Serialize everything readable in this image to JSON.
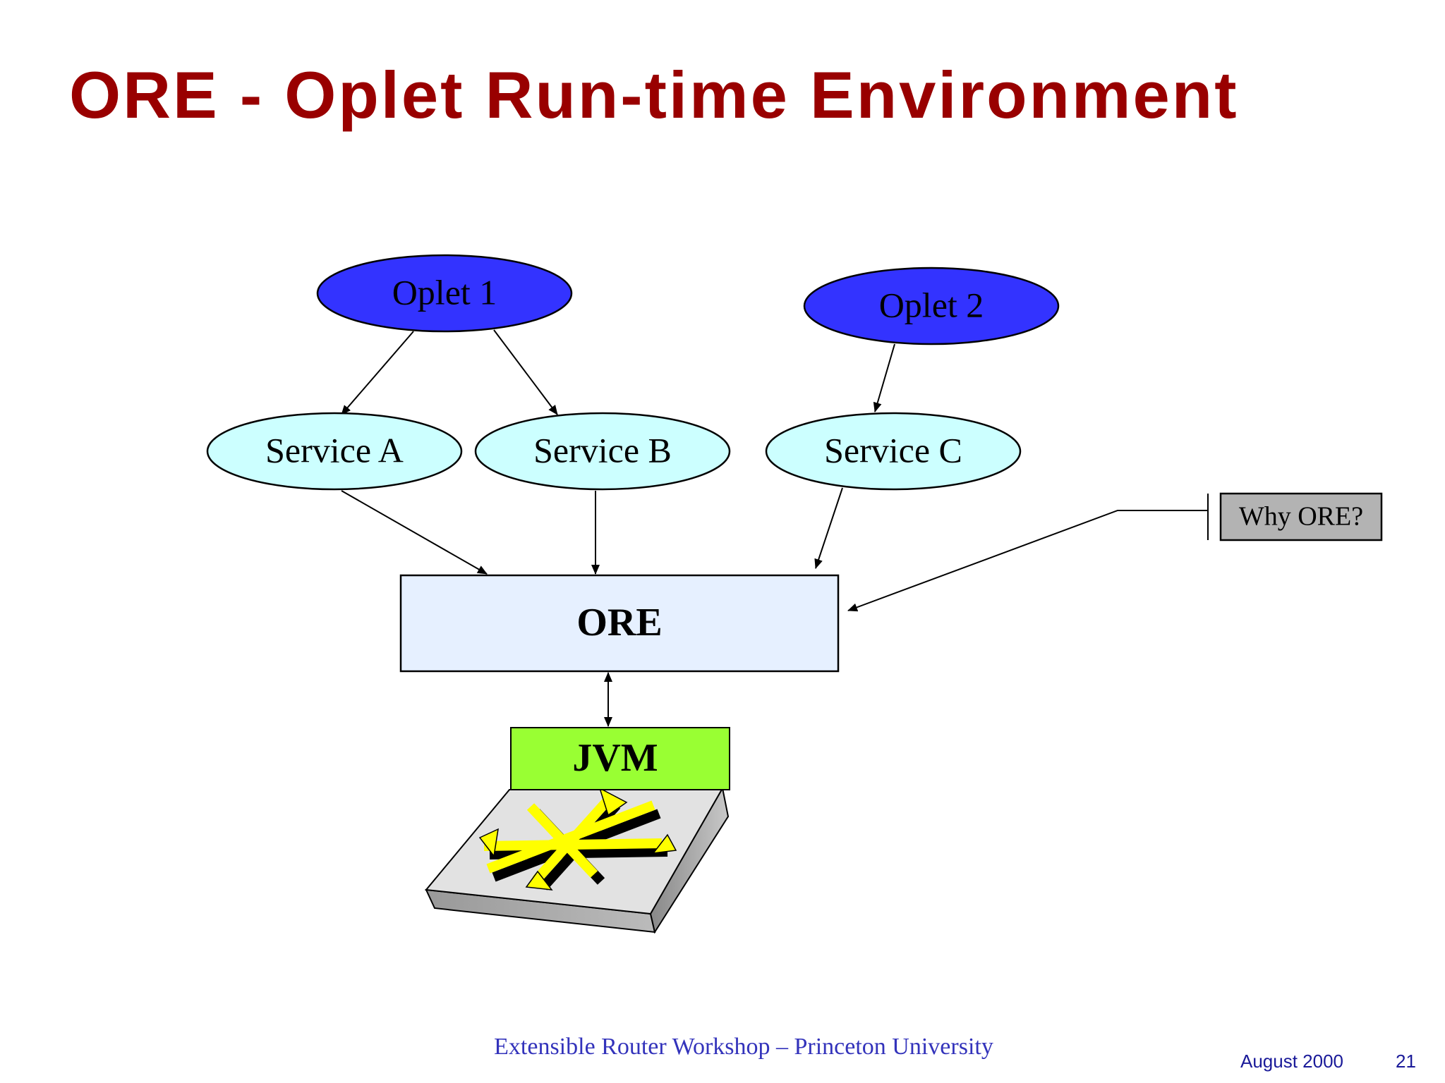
{
  "slide": {
    "title": "ORE - Oplet Run-time Environment"
  },
  "diagram": {
    "oplet1": "Oplet 1",
    "oplet2": "Oplet 2",
    "service_a": "Service A",
    "service_b": "Service B",
    "service_c": "Service C",
    "ore": "ORE",
    "jvm": "JVM",
    "why_ore": "Why ORE?"
  },
  "colors": {
    "title": "#990000",
    "oplet_fill": "#3333ff",
    "service_fill": "#ccffff",
    "ore_fill": "#e6f0ff",
    "jvm_fill": "#99ff33",
    "why_fill": "#b3b3b3",
    "footer": "#3333bb"
  },
  "footer": {
    "event": "Extensible Router Workshop – Princeton University",
    "date": "August  2000",
    "page": "21"
  }
}
